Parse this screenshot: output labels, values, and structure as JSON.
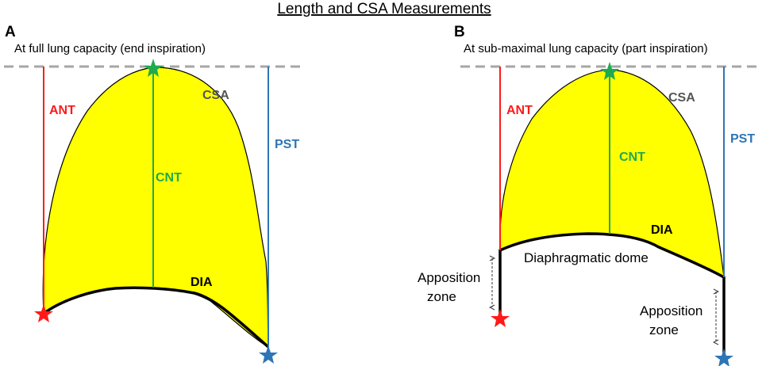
{
  "title": "Length and CSA Measurements",
  "colors": {
    "ant": "#ff1a1a",
    "cnt": "#1faa4f",
    "pst": "#2e75b6",
    "csa_label": "#555555",
    "fill": "#ffff00",
    "dashed": "#a6a6a6"
  },
  "panels": [
    {
      "letter": "A",
      "subtitle": "At full lung capacity (end inspiration)",
      "labels": {
        "ant": "ANT",
        "cnt": "CNT",
        "pst": "PST",
        "csa": "CSA",
        "dia": "DIA"
      }
    },
    {
      "letter": "B",
      "subtitle": "At sub-maximal lung capacity (part inspiration)",
      "labels": {
        "ant": "ANT",
        "cnt": "CNT",
        "pst": "PST",
        "csa": "CSA",
        "dia": "DIA"
      },
      "dome_label": "Diaphragmatic dome",
      "apposition_left": [
        "Apposition",
        "zone"
      ],
      "apposition_right": [
        "Apposition",
        "zone"
      ]
    }
  ]
}
